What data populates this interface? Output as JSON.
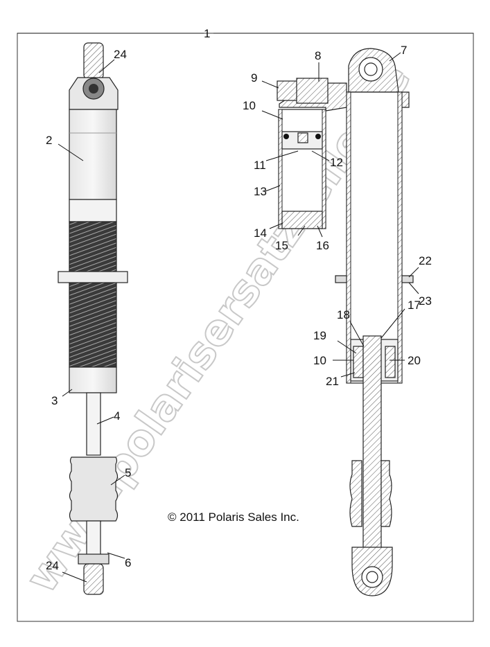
{
  "diagram": {
    "copyright": "© 2011 Polaris Sales Inc.",
    "watermark": "www.polarisersatzteile.de",
    "callouts": [
      "1",
      "2",
      "3",
      "4",
      "5",
      "6",
      "7",
      "8",
      "9",
      "10",
      "11",
      "12",
      "13",
      "14",
      "15",
      "16",
      "17",
      "18",
      "19",
      "10",
      "20",
      "21",
      "22",
      "23",
      "24",
      "24"
    ]
  }
}
